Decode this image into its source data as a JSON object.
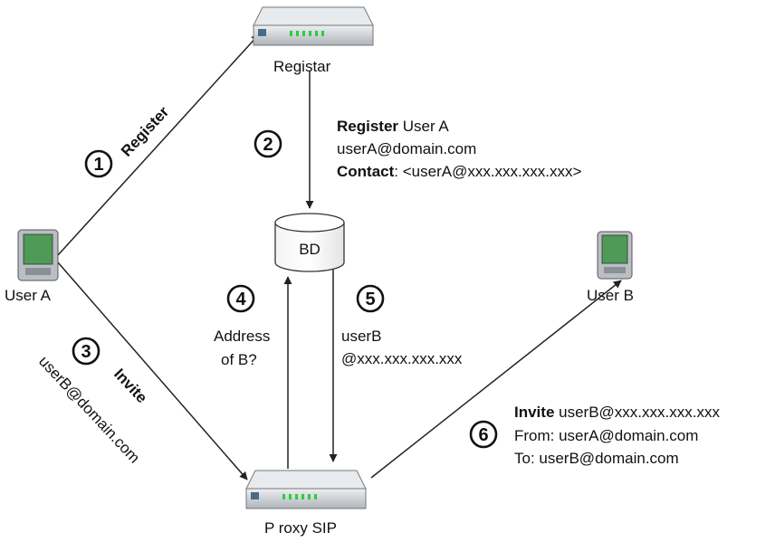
{
  "nodes": {
    "registrar": "Registar",
    "proxy": "P roxy SIP",
    "user_a": "User A",
    "user_b": "User B",
    "database": "BD"
  },
  "steps": {
    "s1": {
      "num": "1",
      "label": "Register"
    },
    "s2": {
      "num": "2",
      "title_bold": "Register",
      "title_rest": " User A",
      "line2": "userA@domain.com",
      "line3_bold": "Contact",
      "line3_rest": ": <userA@xxx.xxx.xxx.xxx>"
    },
    "s3": {
      "num": "3",
      "label": "Invite",
      "sub": "userB@domain.com"
    },
    "s4": {
      "num": "4",
      "line1": "Address",
      "line2": "of B?"
    },
    "s5": {
      "num": "5",
      "line1": "userB",
      "line2": "@xxx.xxx.xxx.xxx"
    },
    "s6": {
      "num": "6",
      "line1_bold": "Invite",
      "line1_rest": " userB@xxx.xxx.xxx.xxx",
      "line2": "From: userA@domain.com",
      "line3": "To: userB@domain.com"
    }
  },
  "colors": {
    "line": "#222222",
    "device_body": "#c9cdd2",
    "device_top": "#e6e9ec",
    "device_led": "#2ecc40",
    "screen": "#5aa05a"
  }
}
